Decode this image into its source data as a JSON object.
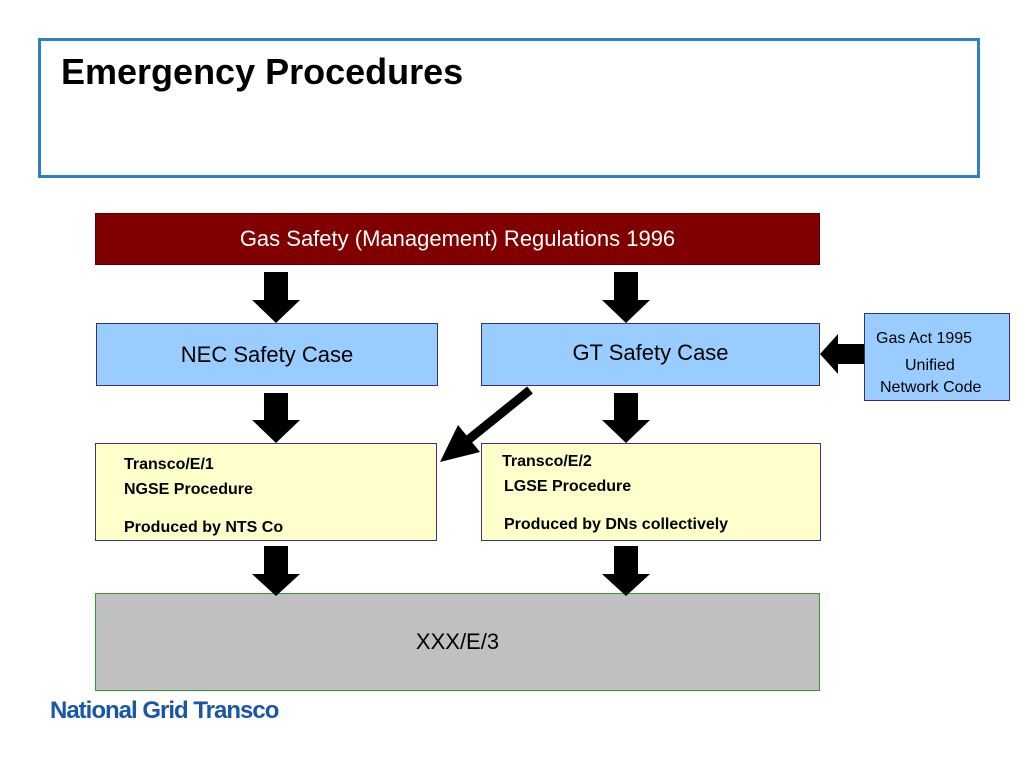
{
  "slide": {
    "title": "Emergency Procedures"
  },
  "diagram": {
    "regulations": "Gas Safety (Management) Regulations 1996",
    "nec_safety_case": "NEC Safety Case",
    "gt_safety_case": "GT Safety Case",
    "gas_act": {
      "line1": "Gas Act 1995",
      "line2": "Unified",
      "line3": "Network Code"
    },
    "procedure_e1": {
      "code": "Transco/E/1",
      "name": "NGSE Procedure",
      "producer": "Produced by NTS Co"
    },
    "procedure_e2": {
      "code": "Transco/E/2",
      "name": "LGSE Procedure",
      "producer": "Produced by DNs collectively"
    },
    "output": "XXX/E/3"
  },
  "footer": {
    "logo_text": "National Grid Transco",
    "logo_color": "#1a56a8"
  },
  "colors": {
    "title_border": "#2f7fc1",
    "regulations_fill": "#800000",
    "safety_case_fill": "#99ccff",
    "procedure_fill": "#ffffcc",
    "output_fill": "#c0c0c0",
    "arrow": "#000000"
  }
}
